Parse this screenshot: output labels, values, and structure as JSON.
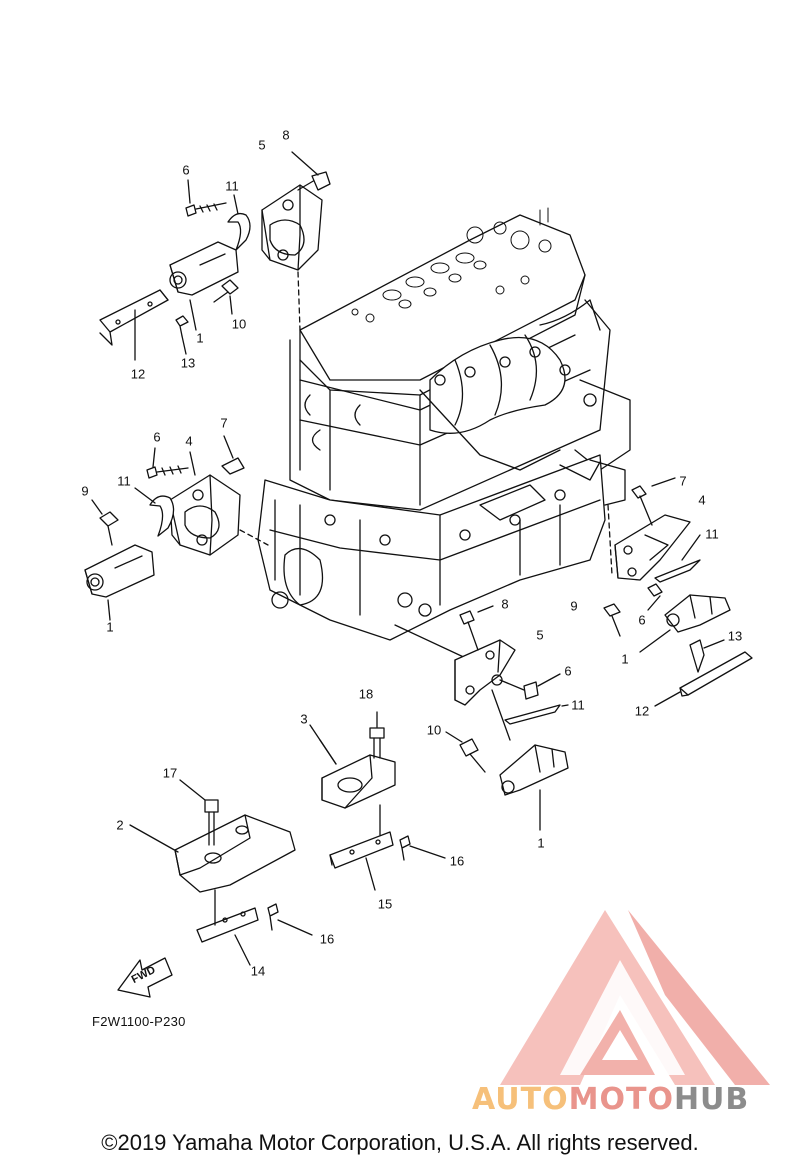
{
  "callouts": {
    "c1a": "1",
    "c1b": "1",
    "c1c": "1",
    "c1d": "1",
    "c2": "2",
    "c3": "3",
    "c4a": "4",
    "c4b": "4",
    "c5a": "5",
    "c5b": "5",
    "c6a": "6",
    "c6b": "6",
    "c6c": "6",
    "c6d": "6",
    "c7a": "7",
    "c7b": "7",
    "c8a": "8",
    "c8b": "8",
    "c9a": "9",
    "c9b": "9",
    "c10a": "10",
    "c10b": "10",
    "c11a": "11",
    "c11b": "11",
    "c11c": "11",
    "c11d": "11",
    "c12a": "12",
    "c12b": "12",
    "c13a": "13",
    "c13b": "13",
    "c14": "14",
    "c15": "15",
    "c16a": "16",
    "c16b": "16",
    "c17": "17",
    "c18": "18"
  },
  "fwd_label": "FWD",
  "diagram_code": "F2W1100-P230",
  "copyright": "©2019 Yamaha Motor Corporation, U.S.A. All rights reserved.",
  "watermark": {
    "part1": "AUTO",
    "part2": "MOTO",
    "part3": "HUB",
    "colors": {
      "orange": "#f6c07a",
      "red": "#e9948c",
      "gray": "#8c8c8c"
    }
  }
}
